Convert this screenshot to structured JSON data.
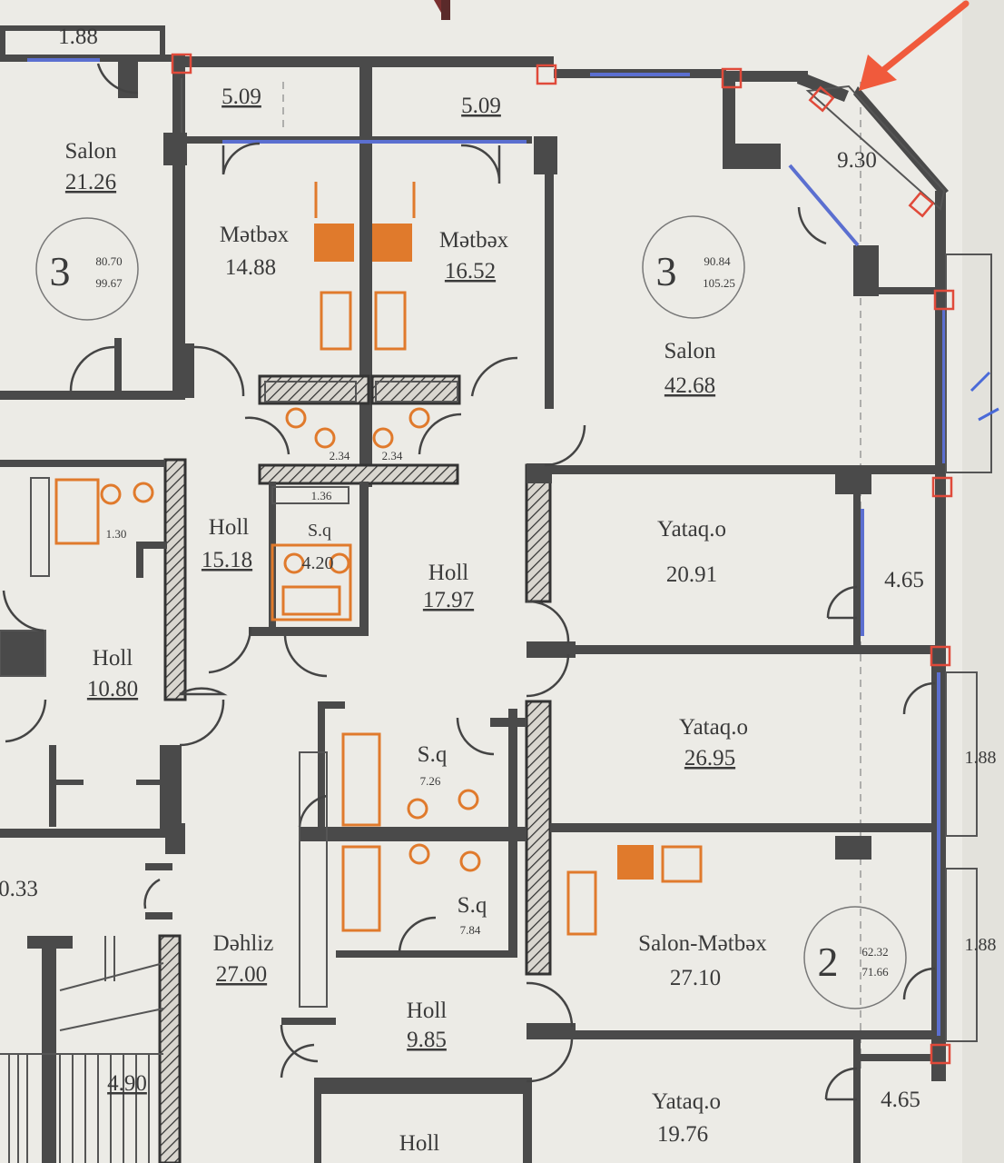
{
  "rooms": {
    "salon_left": {
      "name": "Salon",
      "area": "21.26"
    },
    "metbex_left": {
      "name": "Mətbəx",
      "area": "14.88"
    },
    "metbex_right": {
      "name": "Mətbəx",
      "area": "16.52"
    },
    "salon_big": {
      "name": "Salon",
      "area": "42.68"
    },
    "balcony_top": {
      "area": "9.30"
    },
    "holl_a": {
      "name": "Holl",
      "area": "15.18"
    },
    "holl_b": {
      "name": "Holl",
      "area": "17.97"
    },
    "holl_c": {
      "name": "Holl",
      "area": "10.80"
    },
    "sq_small": {
      "name": "S.q",
      "area": "4.20"
    },
    "yataq_1": {
      "name": "Yataq.o",
      "area": "20.91"
    },
    "balcony_1": {
      "area": "4.65"
    },
    "yataq_2": {
      "name": "Yataq.o",
      "area": "26.95"
    },
    "sq_1": {
      "name": "S.q",
      "area": "7.26"
    },
    "sq_2": {
      "name": "S.q",
      "area": "7.84"
    },
    "salon_metbex": {
      "name": "Salon-Mətbəx",
      "area": "27.10"
    },
    "dahliz": {
      "name": "Dəhliz",
      "area": "27.00"
    },
    "holl_d": {
      "name": "Holl",
      "area": "9.85"
    },
    "yataq_3": {
      "name": "Yataq.o",
      "area": "19.76"
    },
    "balcony_2": {
      "area": "4.65"
    },
    "holl_e": {
      "name": "Holl"
    }
  },
  "dimensions": {
    "top_left": "1.88",
    "top_mid_1": "5.09",
    "top_mid_2": "5.09",
    "right_1": "1.88",
    "right_2": "1.88",
    "left_mid": "0.33",
    "bottom_left": "4.90",
    "shaft_1": "1.30",
    "shaft_2": "2.34",
    "shaft_3": "2.34",
    "shaft_4": "1.36"
  },
  "apartments": [
    {
      "rooms": "3",
      "area_top": "80.70",
      "area_bottom": "99.67"
    },
    {
      "rooms": "3",
      "area_top": "90.84",
      "area_bottom": "105.25"
    },
    {
      "rooms": "2",
      "area_top": "62.32",
      "area_bottom": "71.66"
    }
  ],
  "colors": {
    "walls": "#4a4a4a",
    "glazing": "#5b6fd0",
    "fixtures": "#e07a2c",
    "columns": "#e04a3a",
    "arrow": "#f05a3c",
    "paper": "#ecebe6"
  },
  "icons": [
    "arrow-annotation",
    "north-mark"
  ]
}
